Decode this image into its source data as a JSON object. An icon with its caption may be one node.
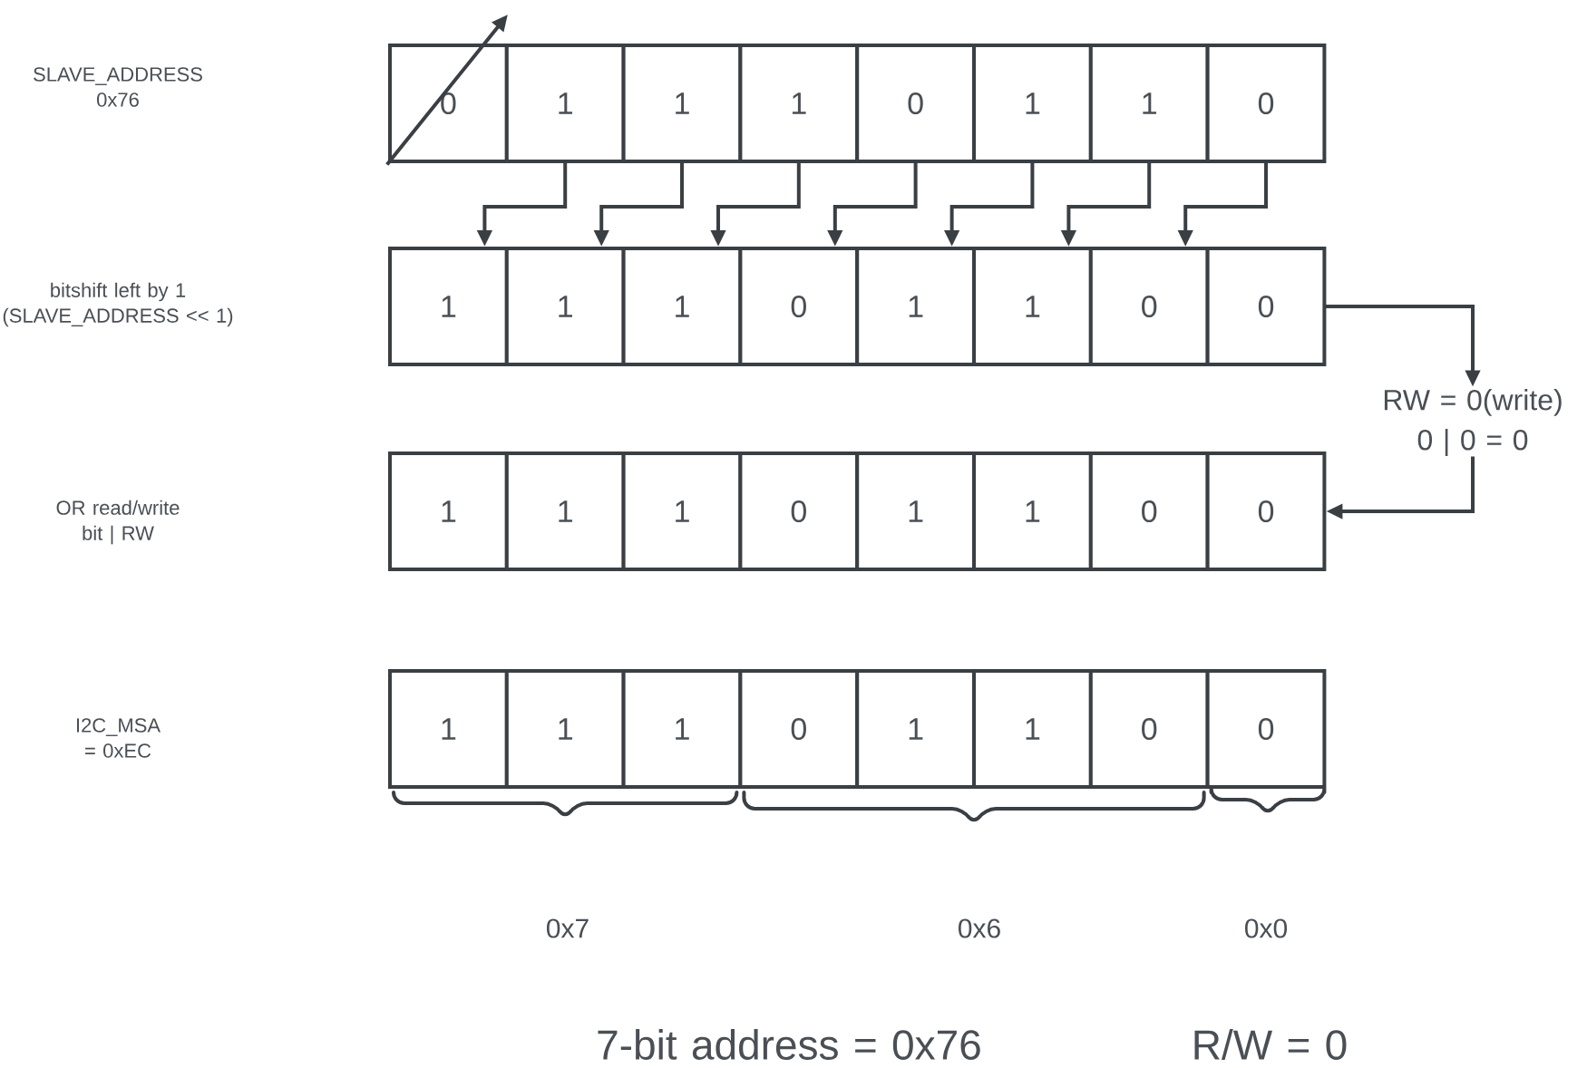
{
  "diagram": {
    "nodes": [
      {
        "text": [
          "0"
        ]
      },
      {
        "text": [
          "1"
        ]
      },
      {
        "text": [
          "1"
        ]
      },
      {
        "text": [
          "1"
        ]
      },
      {
        "text": [
          "0"
        ]
      },
      {
        "text": [
          "1"
        ]
      },
      {
        "text": [
          "1"
        ]
      },
      {
        "text": [
          "0"
        ]
      },
      {
        "text": [
          "1"
        ]
      },
      {
        "text": [
          "1"
        ]
      },
      {
        "text": [
          "1"
        ]
      },
      {
        "text": [
          "0"
        ]
      },
      {
        "text": [
          "1"
        ]
      },
      {
        "text": [
          "1"
        ]
      },
      {
        "text": [
          "0"
        ]
      },
      {
        "text": [
          "0"
        ]
      },
      {
        "text": [
          "1"
        ]
      },
      {
        "text": [
          "1"
        ]
      },
      {
        "text": [
          "1"
        ]
      },
      {
        "text": [
          "0"
        ]
      },
      {
        "text": [
          "1"
        ]
      },
      {
        "text": [
          "1"
        ]
      },
      {
        "text": [
          "0"
        ]
      },
      {
        "text": [
          "0"
        ]
      },
      {
        "text": [
          "1"
        ]
      },
      {
        "text": [
          "1"
        ]
      },
      {
        "text": [
          "1"
        ]
      },
      {
        "text": [
          "0"
        ]
      },
      {
        "text": [
          "1"
        ]
      },
      {
        "text": [
          "1"
        ]
      },
      {
        "text": [
          "0"
        ]
      },
      {
        "text": [
          "0"
        ]
      },
      {
        "text": [
          "RW = 0(write) 0 | 0 = 0"
        ]
      }
    ],
    "edges": [
      {
        "from": 0,
        "to": null,
        "arrow": "to"
      },
      {
        "from": 1,
        "to": 8,
        "arrow": "to"
      },
      {
        "from": 2,
        "to": 9,
        "arrow": "to"
      },
      {
        "from": 3,
        "to": 10,
        "arrow": "to"
      },
      {
        "from": 4,
        "to": 11,
        "arrow": "to"
      },
      {
        "from": 5,
        "to": 12,
        "arrow": "to"
      },
      {
        "from": 6,
        "to": 13,
        "arrow": "to"
      },
      {
        "from": 7,
        "to": 14,
        "arrow": "to"
      },
      {
        "from": 15,
        "to": 32,
        "arrow": "to"
      },
      {
        "from": 32,
        "to": 23,
        "arrow": "to"
      }
    ],
    "labels": [
      "SLAVE_ADDRESS 0x76",
      "bitshift left by 1 (SLAVE_ADDRESS << 1)",
      "OR read/write bit | RW",
      "I2C_MSA = 0xEC",
      "0x7",
      "0x6",
      "0x0",
      "7-bit address = 0x76",
      "R/W = 0"
    ]
  }
}
